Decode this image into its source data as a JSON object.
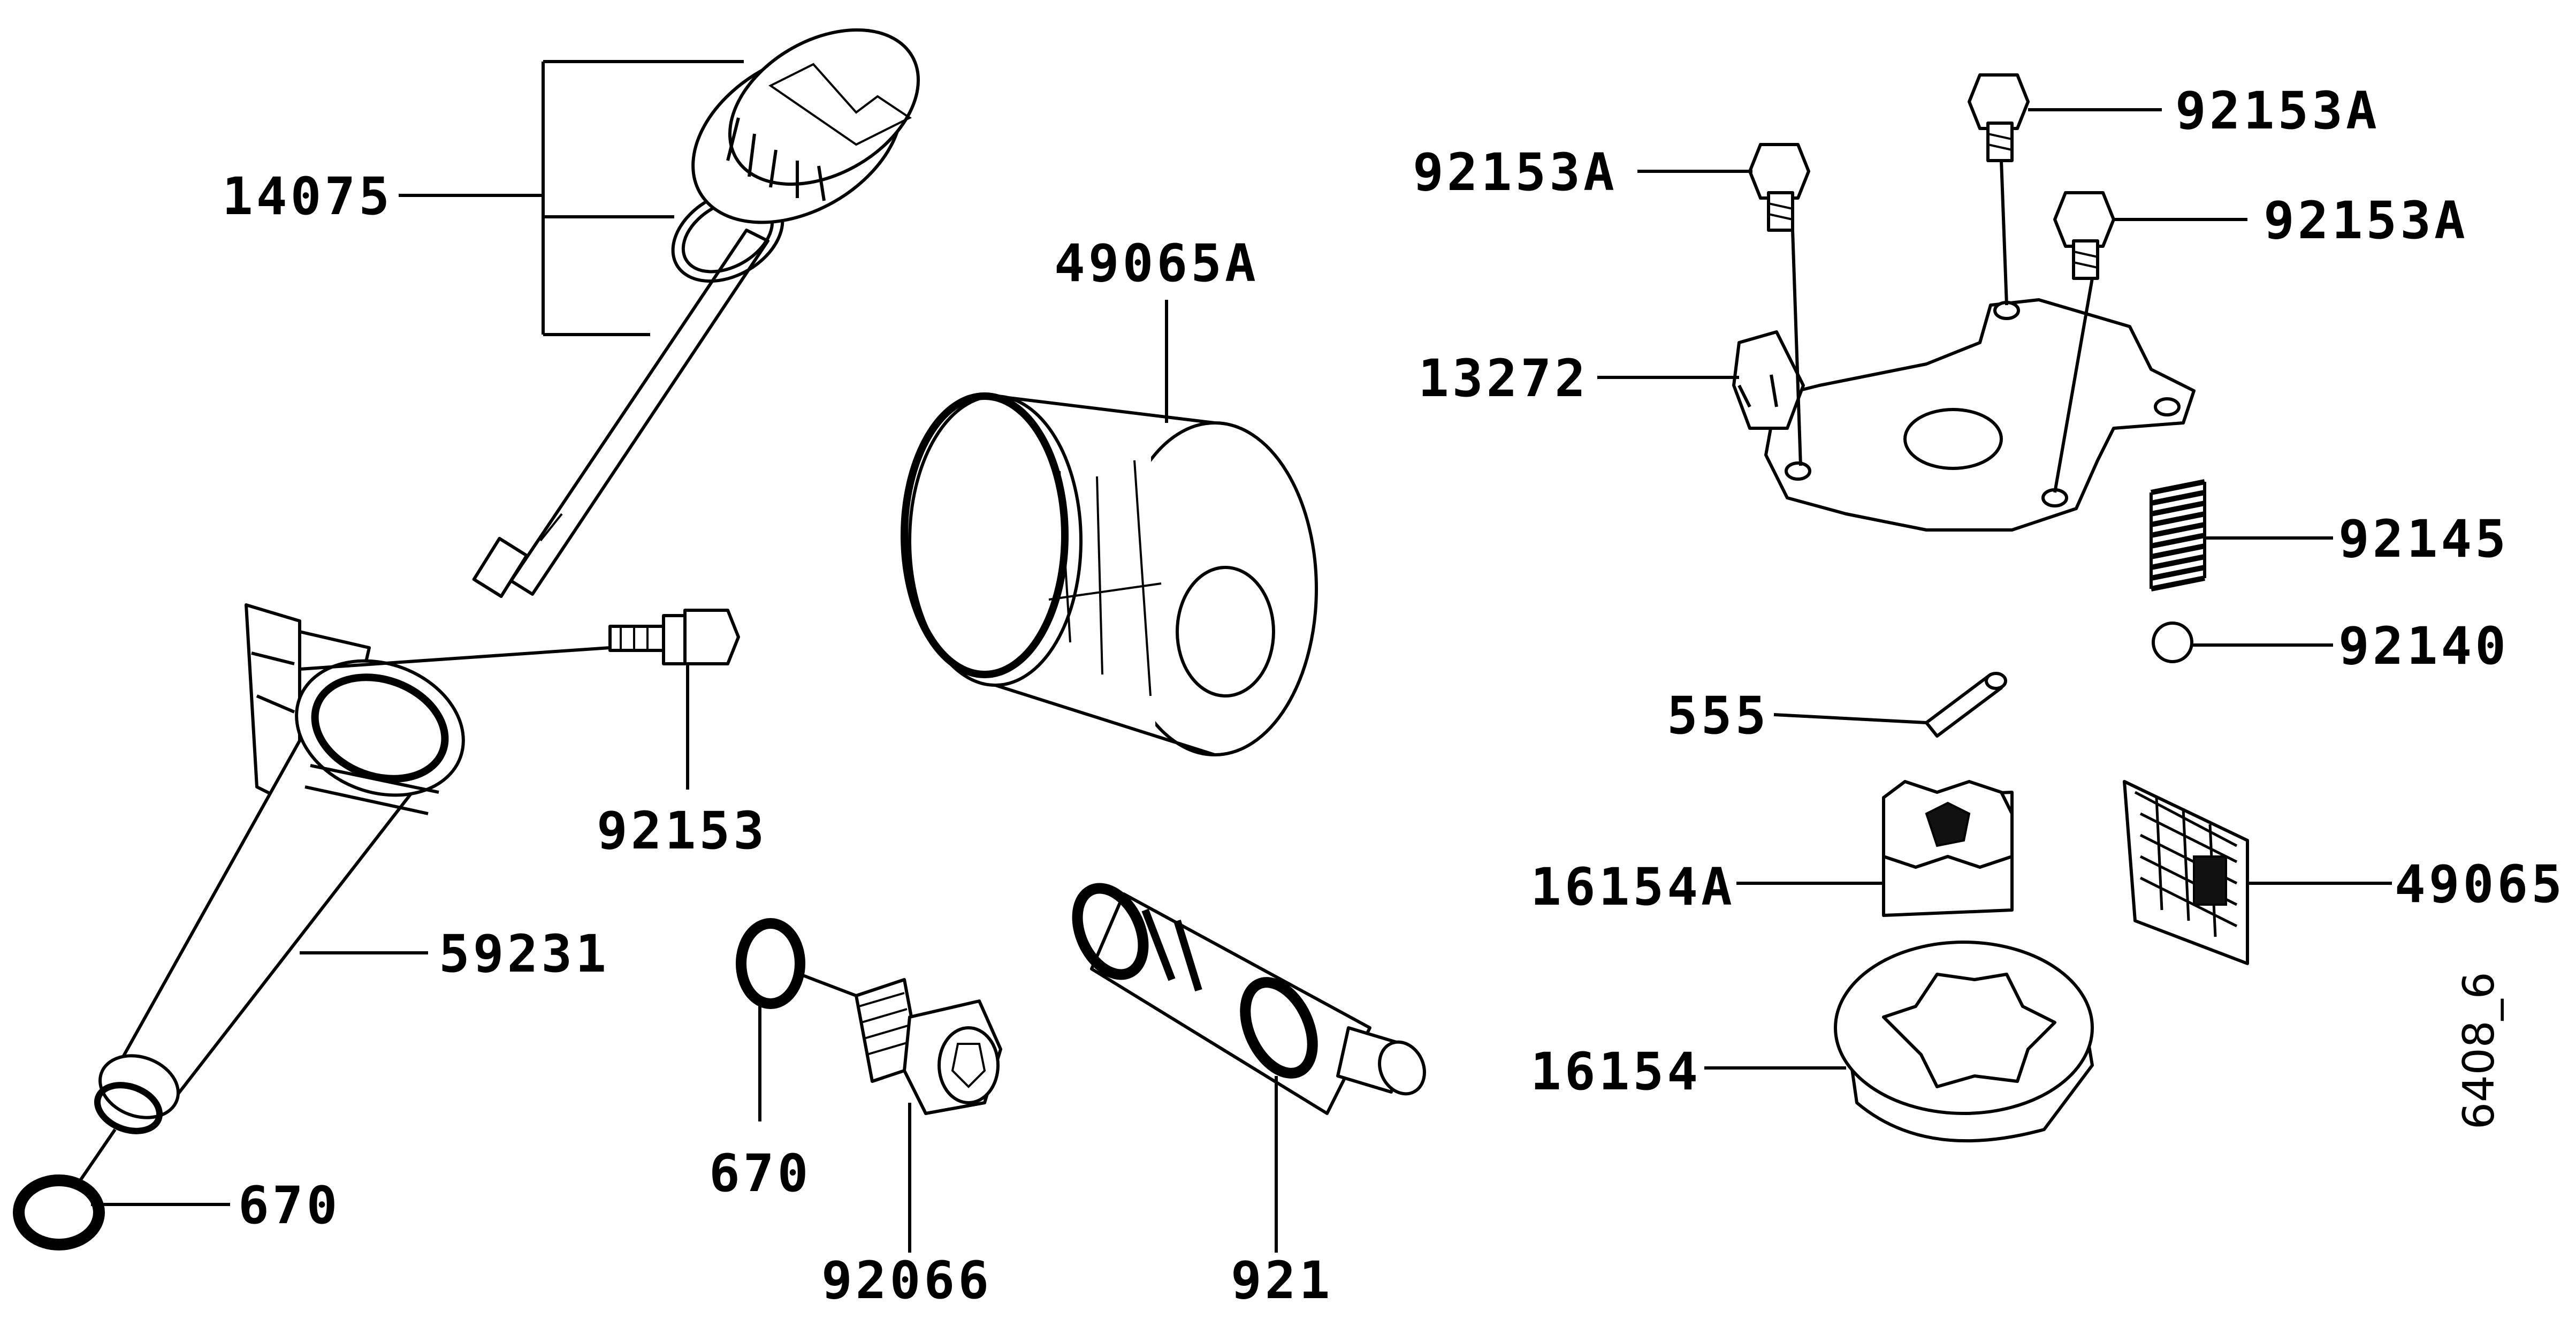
{
  "diagram": {
    "id_code": "6408_6",
    "labels": {
      "l14075": "14075",
      "l49065A": "49065A",
      "l92153A_left": "92153A",
      "l92153A_top": "92153A",
      "l92153A_right": "92153A",
      "l13272": "13272",
      "l92145": "92145",
      "l92140": "92140",
      "l555": "555",
      "l92153": "92153",
      "l59231": "59231",
      "l16154A": "16154A",
      "l49065": "49065",
      "l670_bottom": "670",
      "l670_mid": "670",
      "l16154": "16154",
      "l92066": "92066",
      "l921": "921"
    }
  }
}
